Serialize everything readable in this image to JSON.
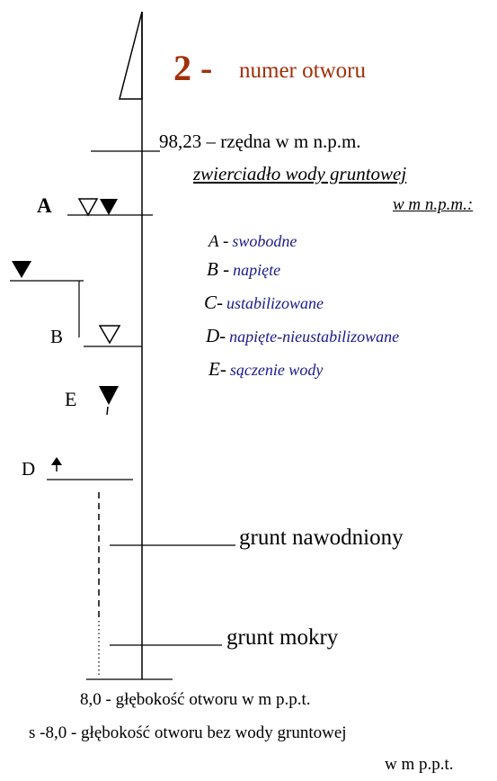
{
  "header": {
    "number": "2 -",
    "number_label": "numer otworu"
  },
  "elevation": {
    "text": "98,23 – rzędna  w m n.p.m."
  },
  "water_table": {
    "title_line1": "zwierciadło wody gruntowej",
    "title_line2": "w m n.p.m.:"
  },
  "legend": [
    {
      "key": "A -",
      "desc": "swobodne"
    },
    {
      "key": "B -",
      "desc": "napięte"
    },
    {
      "key": "C-",
      "desc": "ustabilizowane"
    },
    {
      "key": "D-",
      "desc": "napięte-nieustabilizowane"
    },
    {
      "key": "E-",
      "desc": "sączenie wody"
    }
  ],
  "markers": {
    "a": "A",
    "b": "B",
    "e": "E",
    "d": "D"
  },
  "soil": {
    "watered": "grunt nawodniony",
    "wet": "grunt mokry"
  },
  "footer": {
    "depth": "8,0  - głębokość otworu w m  p.p.t.",
    "dry_depth": "s -8,0  - głębokość otworu bez wody gruntowej",
    "unit": "w m  p.p.t."
  },
  "colors": {
    "number": "#a0300a",
    "legend_blue": "#1a1a8c",
    "line": "#000000"
  }
}
